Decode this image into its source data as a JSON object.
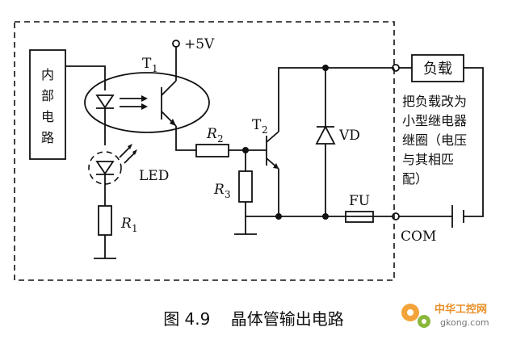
{
  "labels": {
    "internal_circuit": [
      "内",
      "部",
      "电",
      "路"
    ],
    "t1": "T",
    "t1_sub": "1",
    "supply": "+5V",
    "t2": "T",
    "t2_sub": "2",
    "r1": "R",
    "r1_sub": "1",
    "r2": "R",
    "r2_sub": "2",
    "r3": "R",
    "r3_sub": "3",
    "vd": "VD",
    "fu": "FU",
    "led": "LED",
    "com": "COM",
    "load": "负载",
    "note_lines": [
      "把负载改为",
      "小型继电器",
      "继圈（电压",
      "与其相匹",
      "配）"
    ]
  },
  "caption": "图 4.9    晶体管输出电路",
  "watermark": {
    "site_name": "中华工控网",
    "site_url": "gkong.com"
  }
}
